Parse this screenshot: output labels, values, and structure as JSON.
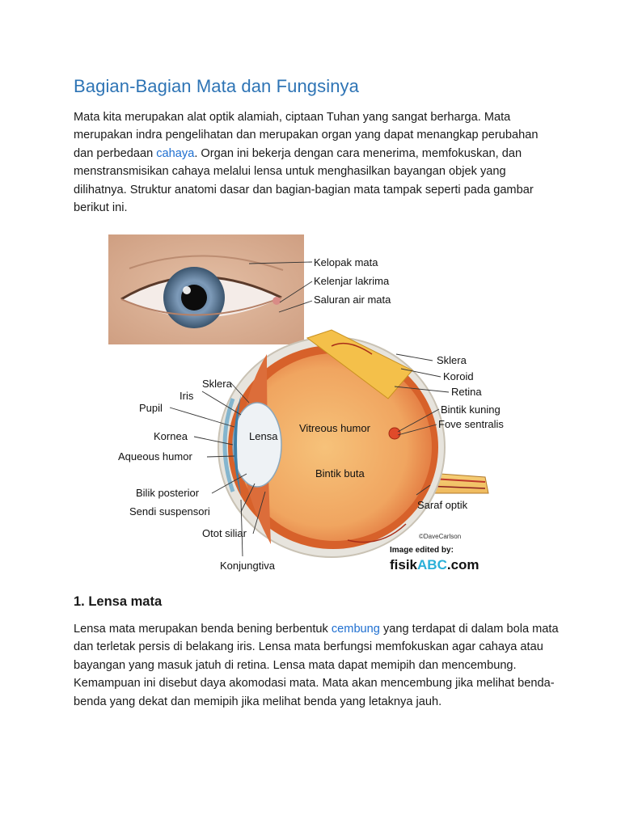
{
  "article": {
    "title": "Bagian-Bagian Mata dan Fungsinya",
    "intro": {
      "before_link": "Mata kita merupakan alat optik alamiah, ciptaan Tuhan yang sangat berharga. Mata merupakan indra pengelihatan dan merupakan organ yang dapat menangkap perubahan dan perbedaan ",
      "link": "cahaya",
      "after_link": ". Organ ini bekerja dengan cara menerima, memfokuskan, dan menstransmisikan cahaya melalui lensa untuk menghasilkan bayangan objek yang dilihatnya. Struktur anatomi dasar dan bagian-bagian mata tampak seperti pada gambar berikut ini."
    },
    "section1": {
      "heading": "1. Lensa mata",
      "before_link": "Lensa mata merupakan benda bening berbentuk ",
      "link": "cembung",
      "after_link": " yang terdapat di dalam bola mata dan terletak persis di belakang iris. Lensa mata berfungsi memfokuskan agar cahaya atau bayangan yang masuk jatuh di retina. Lensa mata dapat memipih dan mencembung. Kemampuan ini disebut daya akomodasi mata. Mata akan mencembung jika melihat benda-benda yang dekat dan memipih jika melihat benda yang letaknya jauh."
    }
  },
  "figure": {
    "labels": {
      "kelopak_mata": "Kelopak mata",
      "kelenjar_lakrima": "Kelenjar lakrima",
      "saluran_air_mata": "Saluran air mata",
      "sklera_right": "Sklera",
      "koroid": "Koroid",
      "retina": "Retina",
      "bintik_kuning": "Bintik kuning",
      "fove_sentralis": "Fove sentralis",
      "saraf_optik": "Saraf optik",
      "sklera_left": "Sklera",
      "iris": "Iris",
      "pupil": "Pupil",
      "kornea": "Kornea",
      "aqueous_humor": "Aqueous humor",
      "bilik_posterior": "Bilik posterior",
      "sendi_suspensori": "Sendi suspensori",
      "otot_siliar": "Otot siliar",
      "konjungtiva": "Konjungtiva",
      "lensa": "Lensa",
      "vitreous_humor": "Vitreous humor",
      "bintik_buta": "Bintik buta"
    },
    "credit": "©DaveCarlson",
    "edited_by": "Image edited by:",
    "watermark_a": "fisik",
    "watermark_b": "ABC",
    "watermark_c": ".com"
  },
  "colors": {
    "title": "#2e74b5",
    "link": "#1f6fd0",
    "watermark_accent": "#2ab0d8"
  }
}
